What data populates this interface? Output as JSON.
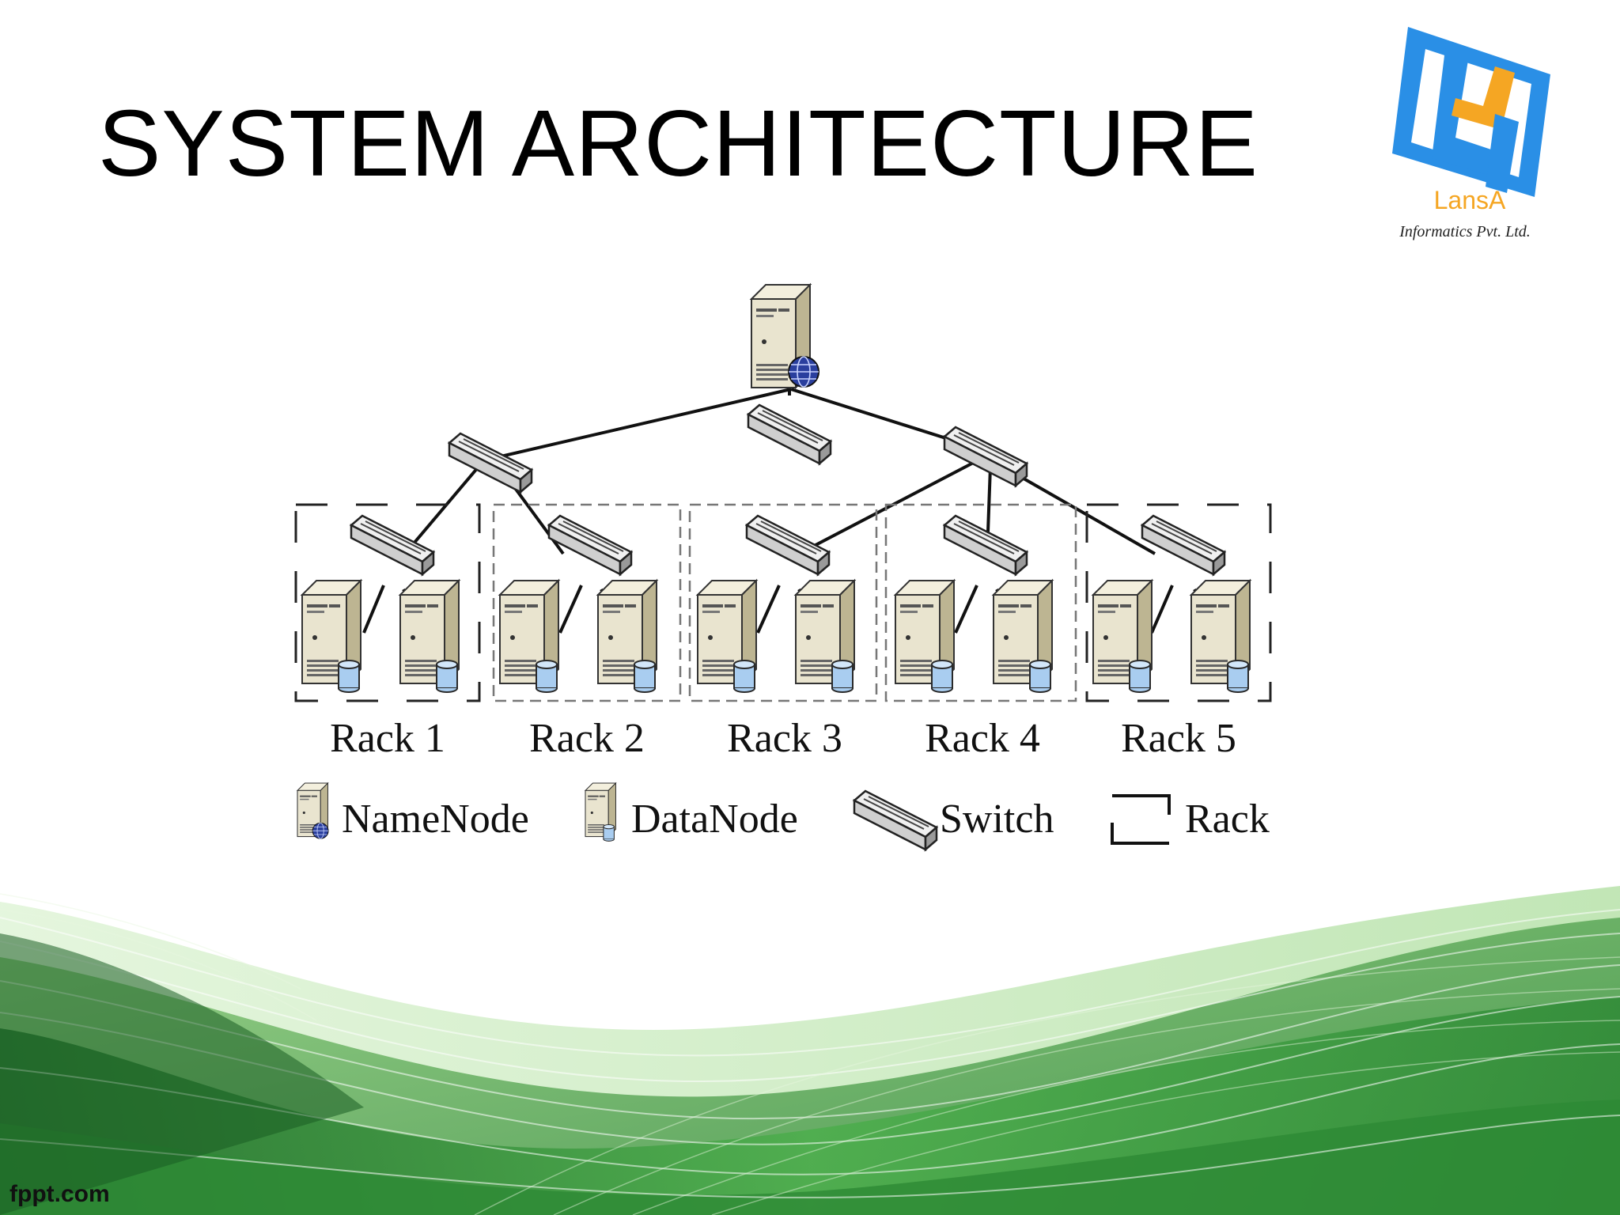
{
  "slide": {
    "title": "SYSTEM ARCHITECTURE",
    "footer": "fppt.com"
  },
  "logo": {
    "brand": "LansA",
    "tagline": "Informatics Pvt. Ltd.",
    "colors": {
      "blue": "#2a8fe6",
      "orange": "#f5a623",
      "text": "#f5a623"
    }
  },
  "diagram": {
    "racks": [
      {
        "label": "Rack 1",
        "border": "dash-long"
      },
      {
        "label": "Rack 2",
        "border": "dash-short"
      },
      {
        "label": "Rack 3",
        "border": "dash-short"
      },
      {
        "label": "Rack 4",
        "border": "dash-short"
      },
      {
        "label": "Rack 5",
        "border": "dash-long"
      }
    ],
    "legend": [
      {
        "icon": "namenode-icon",
        "label": "NameNode"
      },
      {
        "icon": "datanode-icon",
        "label": "DataNode"
      },
      {
        "icon": "switch-icon",
        "label": "Switch"
      },
      {
        "icon": "rack-bracket-icon",
        "label": "Rack"
      }
    ],
    "colors": {
      "server": "#e9e4cf",
      "server_shade": "#c9c2a4",
      "disk": "#a9cdf0",
      "globe": "#2a3f9e",
      "switch": "#dcdcdc"
    }
  },
  "background": {
    "colors": {
      "dark_green": "#1e6b28",
      "green": "#45a84a",
      "light_green": "#a9dd8f"
    }
  }
}
